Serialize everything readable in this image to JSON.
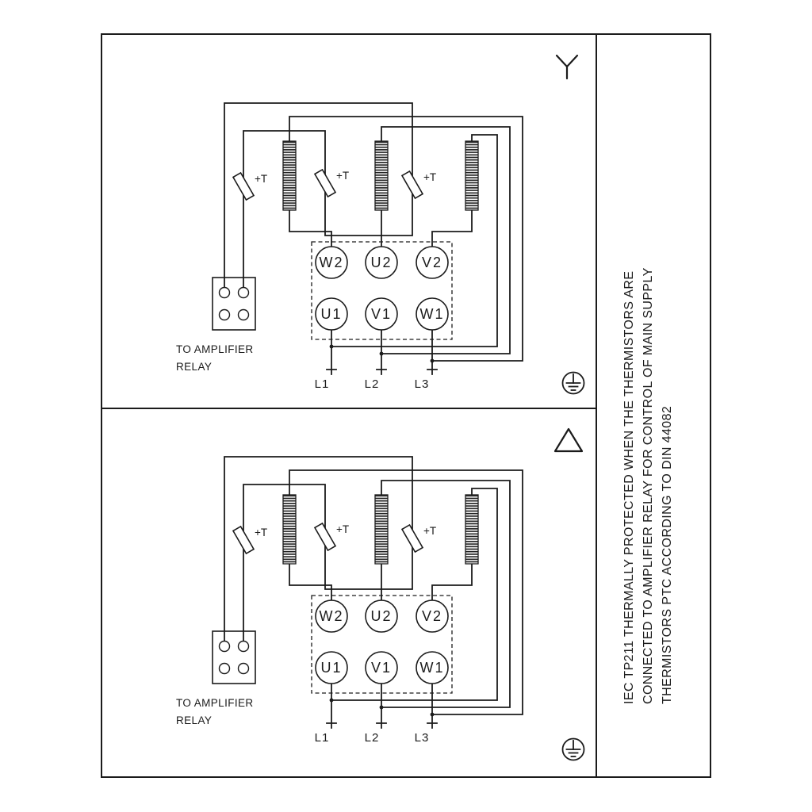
{
  "colors": {
    "ink": "#1b1b1b",
    "paper": "#ffffff"
  },
  "side_note": {
    "line1": "IEC TP211 THERMALLY PROTECTED WHEN THE THERMISTORS ARE",
    "line2": "CONNECTED TO AMPLIFIER RELAY FOR CONTROL OF MAIN SUPPLY",
    "line3": "THERMISTORS PTC ACCORDING TO DIN 44082"
  },
  "panels": [
    {
      "connection": "star",
      "thermistor_labels": [
        "+T",
        "+T",
        "+T"
      ],
      "terminals_top": [
        "W2",
        "U2",
        "V2"
      ],
      "terminals_bottom": [
        "U1",
        "V1",
        "W1"
      ],
      "supply_labels": [
        "L1",
        "L2",
        "L3"
      ],
      "relay_caption_line1": "TO AMPLIFIER",
      "relay_caption_line2": "RELAY"
    },
    {
      "connection": "delta",
      "thermistor_labels": [
        "+T",
        "+T",
        "+T"
      ],
      "terminals_top": [
        "W2",
        "U2",
        "V2"
      ],
      "terminals_bottom": [
        "U1",
        "V1",
        "W1"
      ],
      "supply_labels": [
        "L1",
        "L2",
        "L3"
      ],
      "relay_caption_line1": "TO AMPLIFIER",
      "relay_caption_line2": "RELAY"
    }
  ]
}
